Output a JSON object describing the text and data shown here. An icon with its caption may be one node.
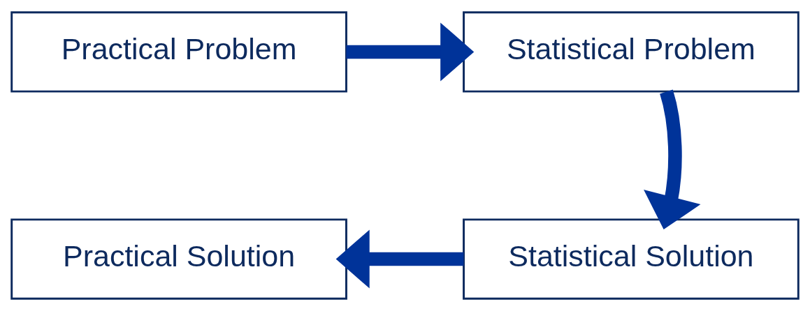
{
  "diagram": {
    "nodes": [
      {
        "text": [
          "Practical Problem"
        ]
      },
      {
        "text": [
          "Statistical Problem"
        ]
      },
      {
        "text": [
          "Statistical Solution"
        ]
      },
      {
        "text": [
          "Practical Solution"
        ]
      }
    ],
    "edges": [
      {
        "from": 0,
        "to": 1,
        "arrow": "to"
      },
      {
        "from": 1,
        "to": 2,
        "arrow": "to"
      },
      {
        "from": 2,
        "to": 3,
        "arrow": "to"
      }
    ]
  }
}
